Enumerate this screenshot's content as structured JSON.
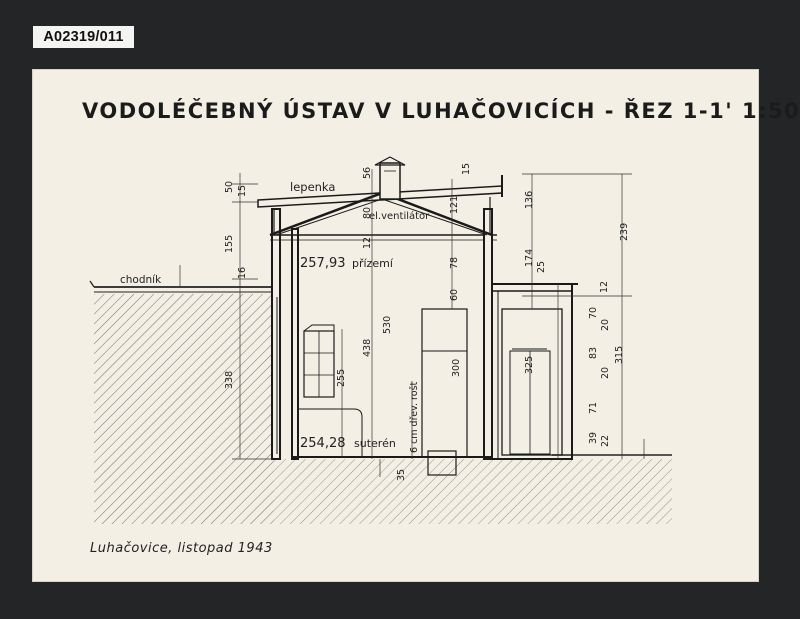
{
  "archive_label": "A02319/011",
  "title": "VODOLÉČEBNÝ ÚSTAV V LUHAČOVICÍCH - ŘEZ 1-1' 1:50",
  "footer": "Luhačovice, listopad 1943",
  "labels": {
    "lepenka": "lepenka",
    "ventilator": "el.ventilátor",
    "chodnik": "chodník",
    "level_ground": "257,93",
    "prizemi": "přízemí",
    "level_basement": "254,28",
    "suteren": "suterén",
    "rost": "6 cm dřev. rošt"
  },
  "dimensions": {
    "d50": "50",
    "d15a": "15",
    "d155": "155",
    "d16": "16",
    "d338": "338",
    "d56": "56",
    "d80": "80",
    "d12": "12",
    "d121": "121",
    "d78": "78",
    "d60": "60",
    "d530": "530",
    "d438": "438",
    "d255": "255",
    "d300": "300",
    "d325": "325",
    "d136": "136",
    "d239": "239",
    "d174": "174",
    "d25": "25",
    "d12b": "12",
    "d70": "70",
    "d20a": "20",
    "d83": "83",
    "d20b": "20",
    "d315": "315",
    "d71": "71",
    "d39": "39",
    "d22": "22",
    "d35": "35",
    "d15b": "15"
  }
}
